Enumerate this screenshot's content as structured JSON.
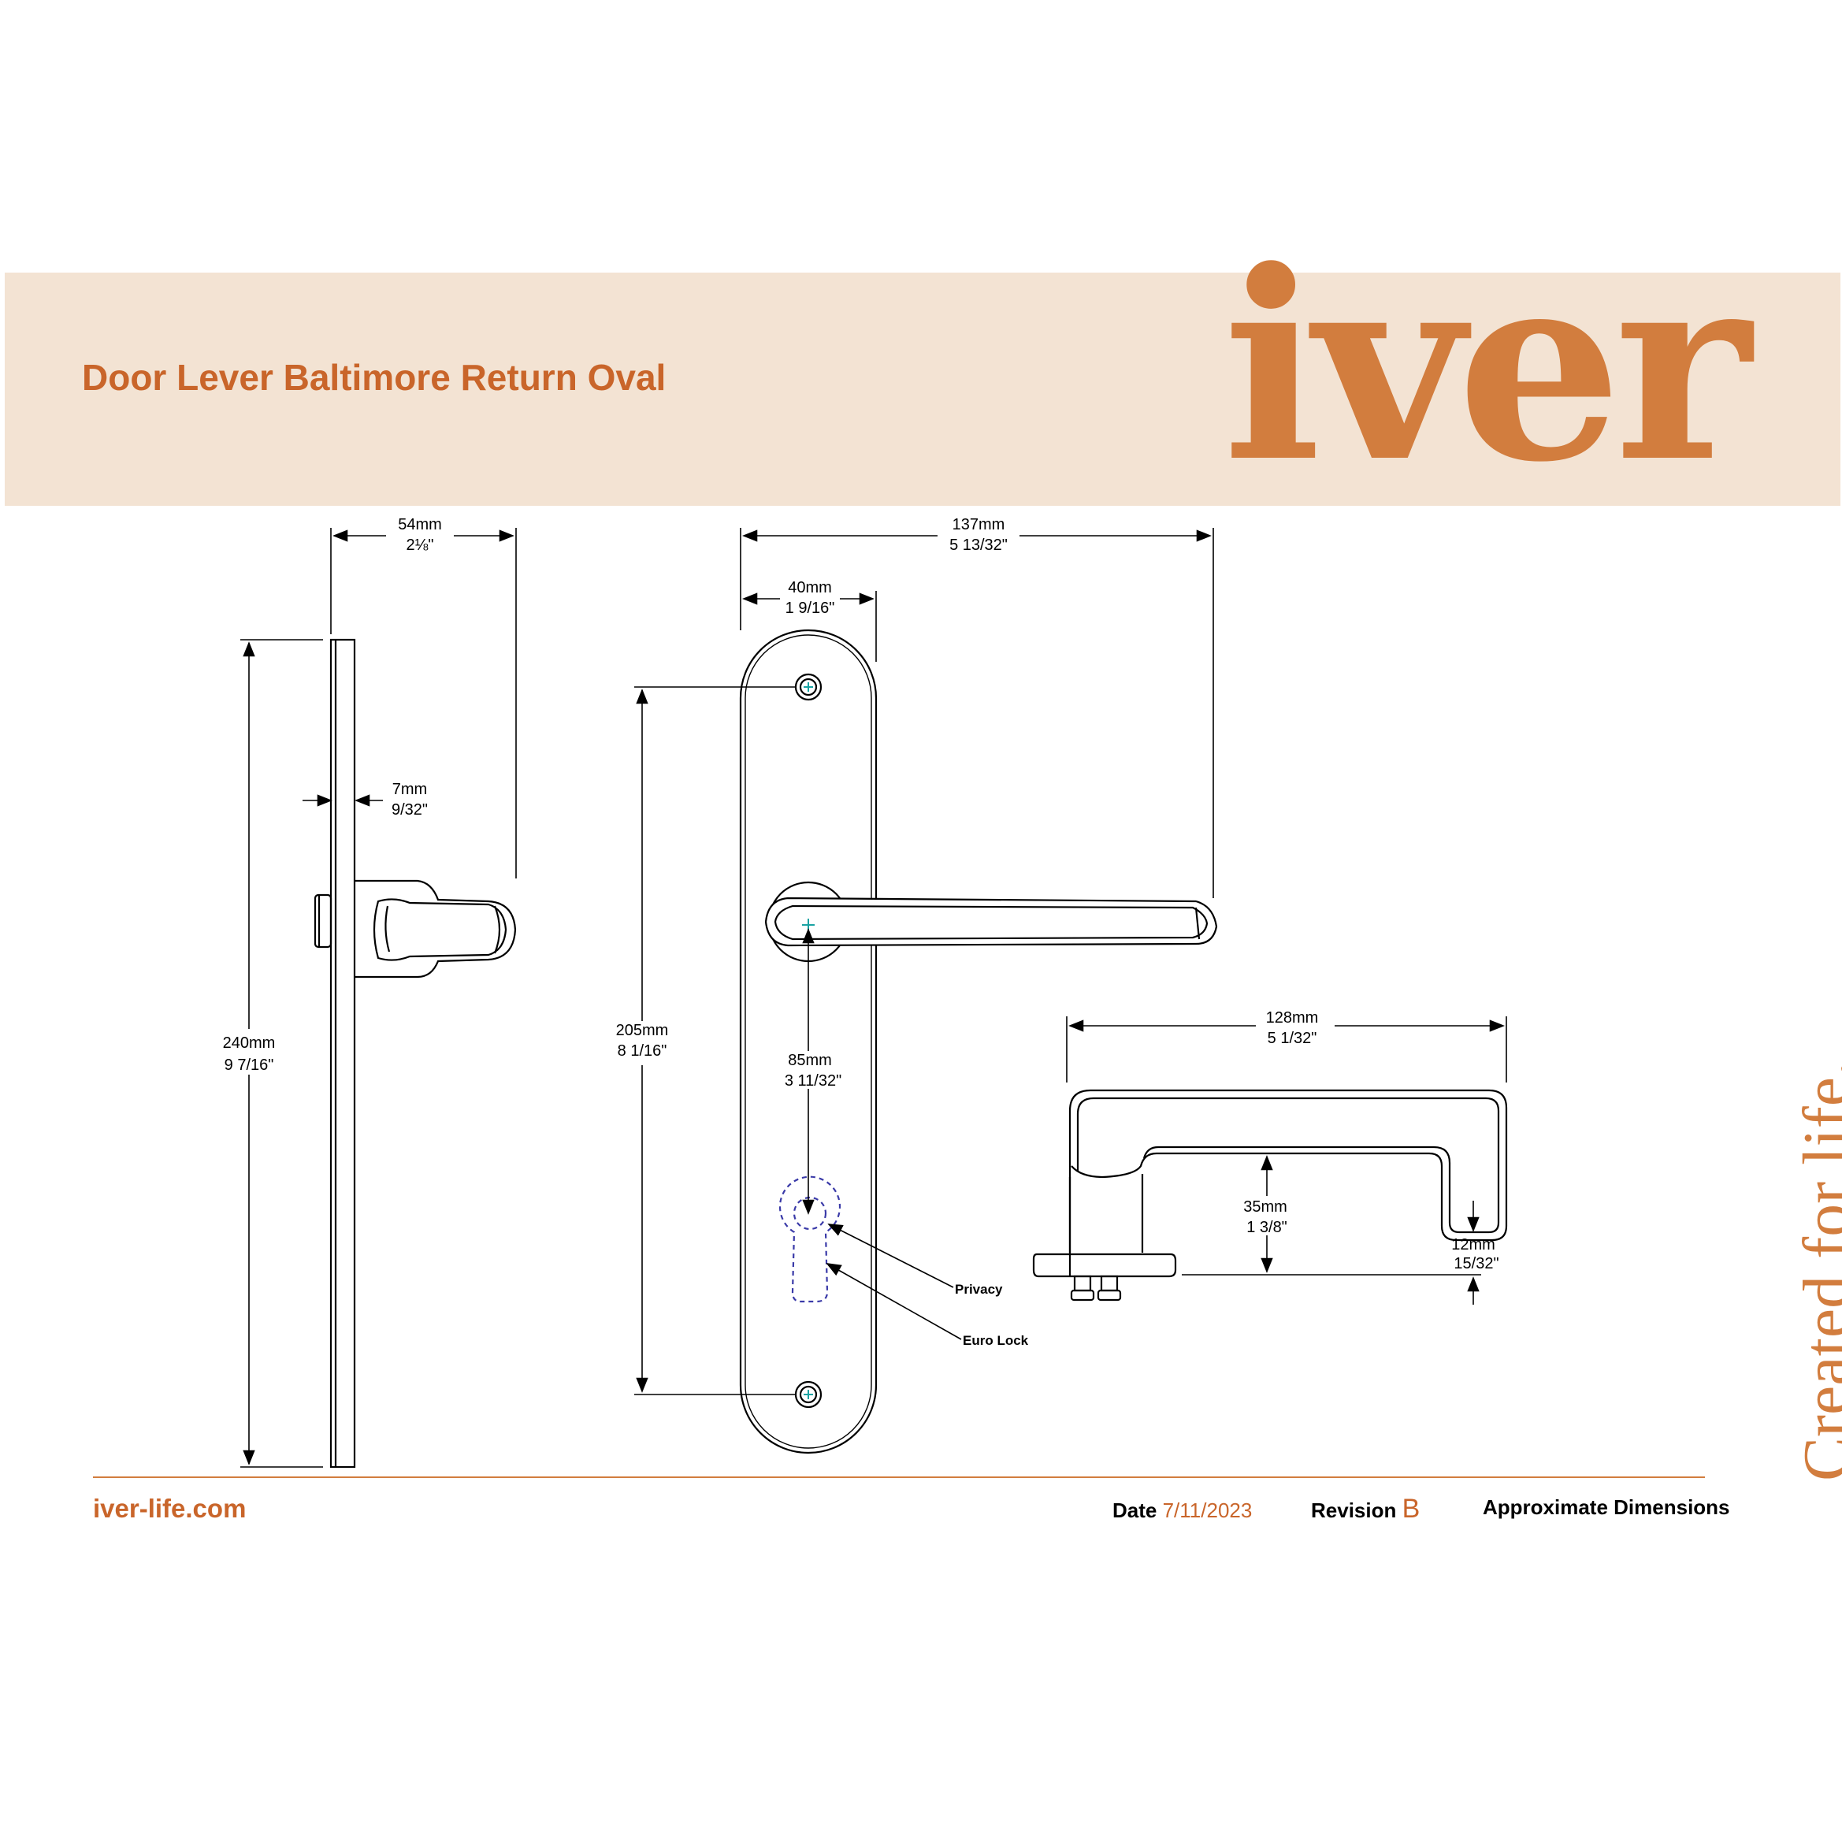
{
  "header": {
    "title": "Door Lever Baltimore Return Oval",
    "logo": "iver",
    "tagline": "Created for life."
  },
  "footer": {
    "website": "iver-life.com",
    "date_label": "Date",
    "date_value": "7/11/2023",
    "revision_label": "Revision",
    "revision_value": "B",
    "note": "Approximate Dimensions"
  },
  "dimensions": {
    "side_projection_mm": "54mm",
    "side_projection_in": "2⅛\"",
    "plate_thickness_mm": "7mm",
    "plate_thickness_in": "9/32\"",
    "plate_height_mm": "240mm",
    "plate_height_in": "9 7/16\"",
    "lever_length_mm": "137mm",
    "lever_length_in": "5 13/32\"",
    "plate_width_mm": "40mm",
    "plate_width_in": "1 9/16\"",
    "screw_centres_mm": "205mm",
    "screw_centres_in": "8 1/16\"",
    "backset_mm": "85mm",
    "backset_in": "3 11/32\"",
    "top_width_mm": "128mm",
    "top_width_in": "5 1/32\"",
    "return_depth_mm": "35mm",
    "return_depth_in": "1 3/8\"",
    "lever_thickness_mm": "12mm",
    "lever_thickness_in": "15/32\""
  },
  "callouts": {
    "privacy": "Privacy",
    "euro_lock": "Euro Lock"
  },
  "colors": {
    "brand_orange": "#d27d3e",
    "title_orange": "#c9652a",
    "banner": "#f3e3d3",
    "lock_outline": "#3a3aa8"
  }
}
